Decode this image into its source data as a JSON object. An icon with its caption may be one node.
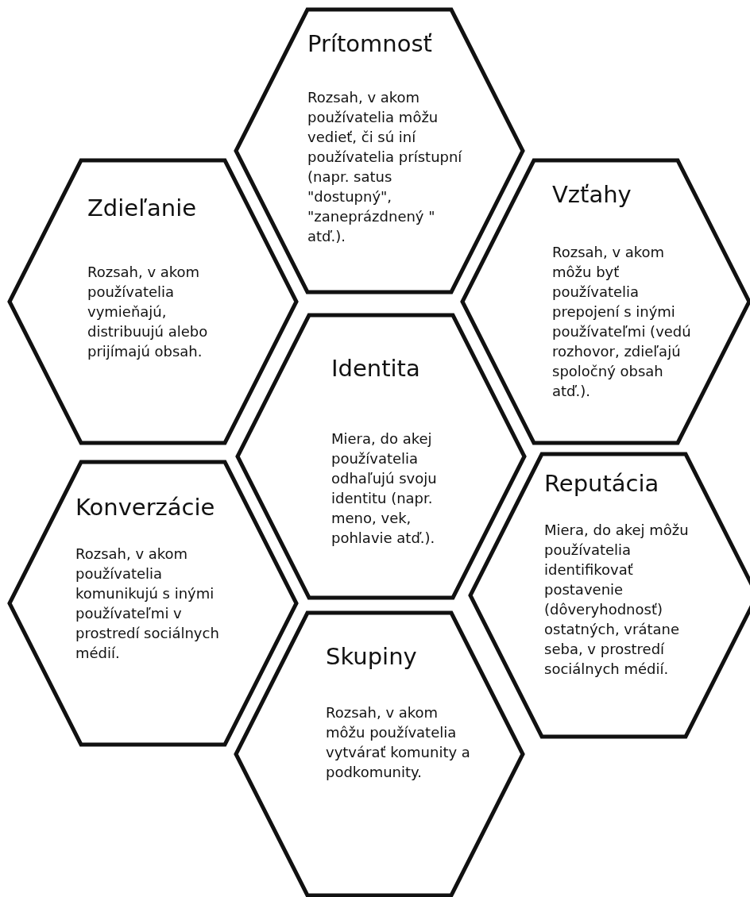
{
  "diagram": {
    "nodes": [
      {
        "text": [
          "Prítomnosť",
          "Rozsah, v akom používatelia môžu vedieť, či sú iní používatelia prístupní (napr. satus \"dostupný\", \"zaneprázdnený \" atď.)."
        ]
      },
      {
        "text": [
          "Zdieľanie",
          "Rozsah, v akom používatelia vymieňajú, distribuujú alebo prijímajú obsah."
        ]
      },
      {
        "text": [
          "Vzťahy",
          "Rozsah, v akom môžu byť používatelia prepojení s inými používateľmi (vedú rozhovor, zdieľajú spoločný obsah atď.)."
        ]
      },
      {
        "text": [
          "Identita",
          "Miera, do akej používatelia odhaľujú svoju identitu (napr. meno, vek, pohlavie atď.)."
        ]
      },
      {
        "text": [
          "Konverzácie",
          "Rozsah, v akom používatelia komunikujú s inými používateľmi v prostredí sociálnych médií."
        ]
      },
      {
        "text": [
          "Reputácia",
          "Miera, do akej môžu používatelia identifikovať postavenie (dôveryhodnosť) ostatných, vrátane seba, v prostredí sociálnych médií."
        ]
      },
      {
        "text": [
          "Skupiny",
          "Rozsah, v akom môžu používatelia vytvárať komunity a podkomunity."
        ]
      }
    ]
  }
}
